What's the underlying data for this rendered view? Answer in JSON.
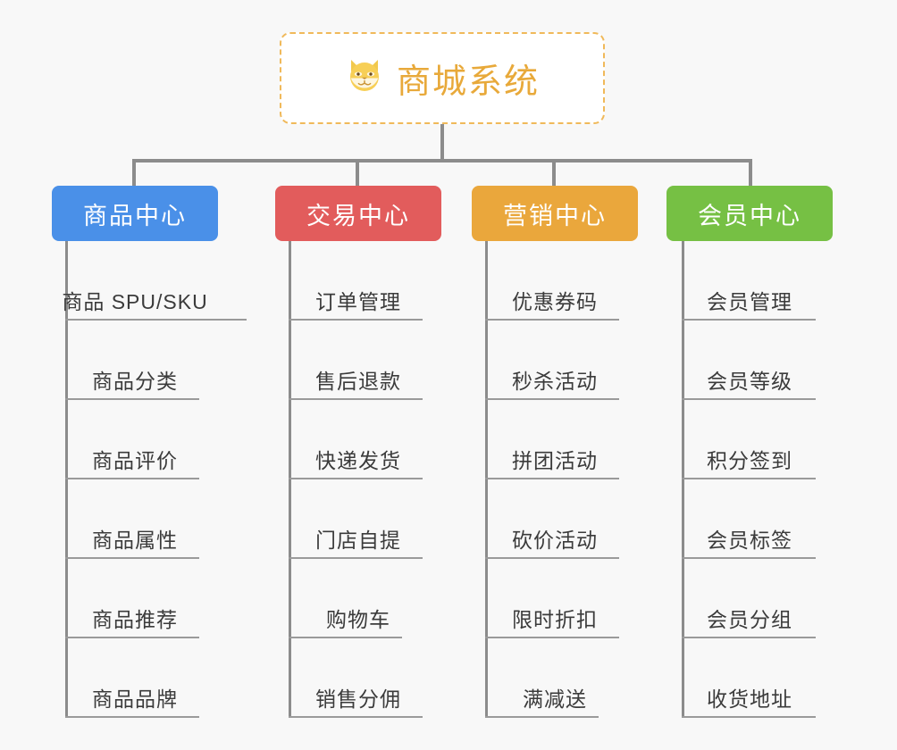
{
  "background_color": "#f8f8f8",
  "root": {
    "icon": "shiba-dog-face",
    "icon_glyph": "🐕",
    "title": "商城系统",
    "title_color": "#e8a93a",
    "border_color": "#f0b95a"
  },
  "connector_color": "#8c8c8c",
  "columns": [
    {
      "id": "product-center",
      "label": "商品中心",
      "color": "#4a90e8",
      "items": [
        "商品 SPU/SKU",
        "商品分类",
        "商品评价",
        "商品属性",
        "商品推荐",
        "商品品牌"
      ]
    },
    {
      "id": "trade-center",
      "label": "交易中心",
      "color": "#e25c5c",
      "items": [
        "订单管理",
        "售后退款",
        "快递发货",
        "门店自提",
        "购物车",
        "销售分佣"
      ]
    },
    {
      "id": "marketing-center",
      "label": "营销中心",
      "color": "#eaa73c",
      "items": [
        "优惠券码",
        "秒杀活动",
        "拼团活动",
        "砍价活动",
        "限时折扣",
        "满减送"
      ]
    },
    {
      "id": "member-center",
      "label": "会员中心",
      "color": "#76c044",
      "items": [
        "会员管理",
        "会员等级",
        "积分签到",
        "会员标签",
        "会员分组",
        "收货地址"
      ]
    }
  ]
}
